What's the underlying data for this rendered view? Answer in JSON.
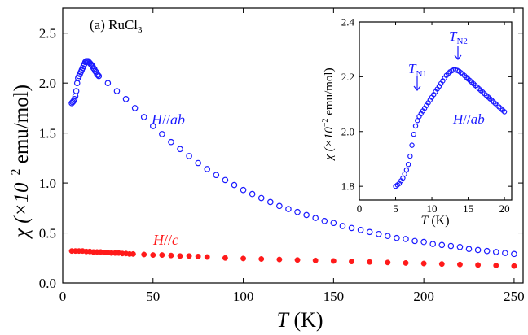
{
  "chart_data": [
    {
      "type": "scatter",
      "title": "",
      "panel_label": "(a) RuCl",
      "panel_label_sub": "3",
      "xlabel_main": "T",
      "xlabel_unit": " (K)",
      "ylabel_main": "χ (×10",
      "ylabel_sup": "−2",
      "ylabel_unit": " emu/mol)",
      "xlim": [
        0,
        255
      ],
      "ylim": [
        0,
        2.75
      ],
      "xticks": [
        0,
        50,
        100,
        150,
        200,
        250
      ],
      "yticks": [
        0.0,
        0.5,
        1.0,
        1.5,
        2.0,
        2.5
      ],
      "xtick_labels": [
        "0",
        "50",
        "100",
        "150",
        "200",
        "250"
      ],
      "ytick_labels": [
        "0.0",
        "0.5",
        "1.0",
        "1.5",
        "2.0",
        "2.5"
      ],
      "series": [
        {
          "name": "H//ab",
          "label_parts": [
            "H",
            "//",
            "ab"
          ],
          "color": "#1a1aff",
          "marker": "open-circle",
          "x": [
            5.0,
            5.5,
            6.0,
            6.5,
            7.0,
            7.5,
            8.0,
            8.5,
            9.0,
            9.5,
            10.0,
            10.5,
            11.0,
            11.5,
            12.0,
            12.5,
            13.0,
            13.5,
            14.0,
            14.5,
            15.0,
            15.5,
            16.0,
            16.5,
            17.0,
            17.5,
            18.0,
            18.5,
            19.0,
            19.5,
            20.0,
            25,
            30,
            35,
            40,
            45,
            50,
            55,
            60,
            65,
            70,
            75,
            80,
            85,
            90,
            95,
            100,
            105,
            110,
            115,
            120,
            125,
            130,
            135,
            140,
            145,
            150,
            155,
            160,
            165,
            170,
            175,
            180,
            185,
            190,
            195,
            200,
            205,
            210,
            215,
            220,
            225,
            230,
            235,
            240,
            245,
            250
          ],
          "y": [
            1.8,
            1.81,
            1.82,
            1.84,
            1.87,
            1.92,
            2.0,
            2.05,
            2.07,
            2.09,
            2.11,
            2.13,
            2.15,
            2.17,
            2.19,
            2.21,
            2.22,
            2.22,
            2.22,
            2.21,
            2.2,
            2.19,
            2.18,
            2.17,
            2.15,
            2.14,
            2.12,
            2.11,
            2.09,
            2.08,
            2.07,
            2.0,
            1.92,
            1.84,
            1.75,
            1.66,
            1.57,
            1.49,
            1.41,
            1.34,
            1.27,
            1.2,
            1.14,
            1.08,
            1.03,
            0.98,
            0.93,
            0.89,
            0.85,
            0.81,
            0.77,
            0.74,
            0.71,
            0.68,
            0.65,
            0.62,
            0.6,
            0.57,
            0.55,
            0.53,
            0.51,
            0.49,
            0.47,
            0.45,
            0.44,
            0.42,
            0.41,
            0.39,
            0.38,
            0.37,
            0.36,
            0.34,
            0.33,
            0.32,
            0.31,
            0.3,
            0.29
          ]
        },
        {
          "name": "H//c",
          "label_parts": [
            "H",
            "//",
            "c"
          ],
          "color": "#ff1a1a",
          "marker": "filled-circle",
          "x": [
            5,
            7,
            9,
            11,
            13,
            15,
            17,
            19,
            21,
            23,
            25,
            27,
            29,
            31,
            33,
            35,
            37,
            39,
            45,
            50,
            55,
            60,
            65,
            70,
            75,
            80,
            90,
            100,
            110,
            120,
            130,
            140,
            150,
            160,
            170,
            180,
            190,
            200,
            210,
            220,
            230,
            240,
            250
          ],
          "y": [
            0.32,
            0.32,
            0.32,
            0.32,
            0.315,
            0.315,
            0.31,
            0.31,
            0.31,
            0.305,
            0.305,
            0.3,
            0.3,
            0.3,
            0.295,
            0.295,
            0.29,
            0.29,
            0.285,
            0.28,
            0.28,
            0.275,
            0.27,
            0.27,
            0.265,
            0.26,
            0.25,
            0.245,
            0.24,
            0.235,
            0.23,
            0.225,
            0.22,
            0.215,
            0.21,
            0.205,
            0.2,
            0.195,
            0.19,
            0.185,
            0.18,
            0.175,
            0.17
          ]
        }
      ]
    },
    {
      "type": "scatter",
      "title": "",
      "is_inset": true,
      "xlabel_main": "T",
      "xlabel_unit": " (K)",
      "ylabel_main": "χ (×10",
      "ylabel_sup": "−2",
      "ylabel_unit": " emu/mol)",
      "xlim": [
        0,
        21
      ],
      "ylim": [
        1.75,
        2.4
      ],
      "xticks": [
        0,
        5,
        10,
        15,
        20
      ],
      "yticks": [
        1.8,
        2.0,
        2.2,
        2.4
      ],
      "xtick_labels": [
        "0",
        "5",
        "10",
        "15",
        "20"
      ],
      "ytick_labels": [
        "1.8",
        "2.0",
        "2.2",
        "2.4"
      ],
      "annotations": [
        {
          "main": "T",
          "sub": "N1",
          "x": 7.6,
          "y": 2.09
        },
        {
          "main": "T",
          "sub": "N2",
          "x": 13.2,
          "y": 2.24
        }
      ],
      "series": [
        {
          "name": "H//ab",
          "label_parts": [
            "H",
            "//",
            "ab"
          ],
          "color": "#1a1aff",
          "marker": "open-circle",
          "x": [
            5.0,
            5.25,
            5.5,
            5.75,
            6.0,
            6.25,
            6.5,
            6.75,
            7.0,
            7.25,
            7.5,
            7.75,
            8.0,
            8.25,
            8.5,
            8.75,
            9.0,
            9.25,
            9.5,
            9.75,
            10.0,
            10.25,
            10.5,
            10.75,
            11.0,
            11.25,
            11.5,
            11.75,
            12.0,
            12.25,
            12.5,
            12.75,
            13.0,
            13.25,
            13.5,
            13.75,
            14.0,
            14.25,
            14.5,
            14.75,
            15.0,
            15.25,
            15.5,
            15.75,
            16.0,
            16.25,
            16.5,
            16.75,
            17.0,
            17.25,
            17.5,
            17.75,
            18.0,
            18.25,
            18.5,
            18.75,
            19.0,
            19.25,
            19.5,
            19.75,
            20.0
          ],
          "y": [
            1.8,
            1.805,
            1.81,
            1.82,
            1.83,
            1.845,
            1.86,
            1.88,
            1.91,
            1.95,
            1.99,
            2.02,
            2.04,
            2.055,
            2.065,
            2.075,
            2.085,
            2.095,
            2.105,
            2.115,
            2.125,
            2.135,
            2.145,
            2.155,
            2.165,
            2.175,
            2.185,
            2.195,
            2.205,
            2.212,
            2.218,
            2.222,
            2.225,
            2.225,
            2.223,
            2.22,
            2.215,
            2.21,
            2.204,
            2.198,
            2.192,
            2.186,
            2.18,
            2.174,
            2.168,
            2.162,
            2.156,
            2.15,
            2.144,
            2.138,
            2.132,
            2.126,
            2.12,
            2.114,
            2.108,
            2.102,
            2.096,
            2.09,
            2.084,
            2.078,
            2.072
          ]
        }
      ]
    }
  ]
}
